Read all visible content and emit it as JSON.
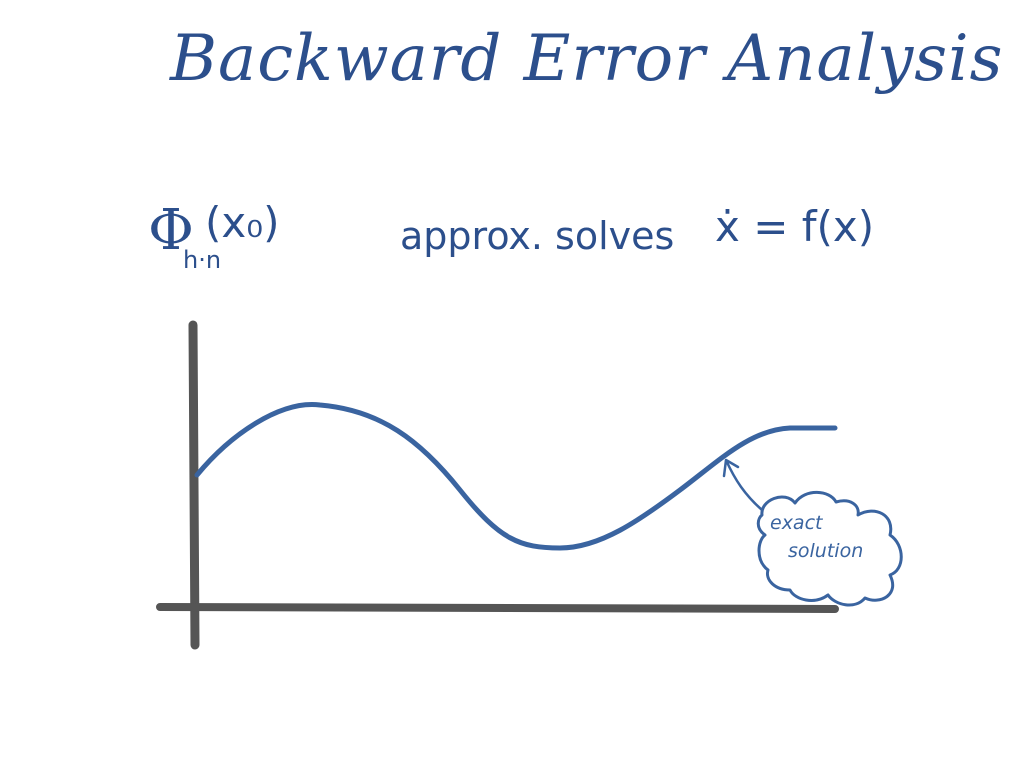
{
  "title": "Backward Error Analysis",
  "statement": {
    "symbol": "Φ",
    "subscript": "h·n",
    "argument": "(x₀)",
    "verb": "approx. solves",
    "equation": "ẋ = f(x)"
  },
  "graph": {
    "annotation_line1": "exact",
    "annotation_line2": "solution",
    "curve_color": "#3a64a0",
    "axis_color": "#555555"
  }
}
